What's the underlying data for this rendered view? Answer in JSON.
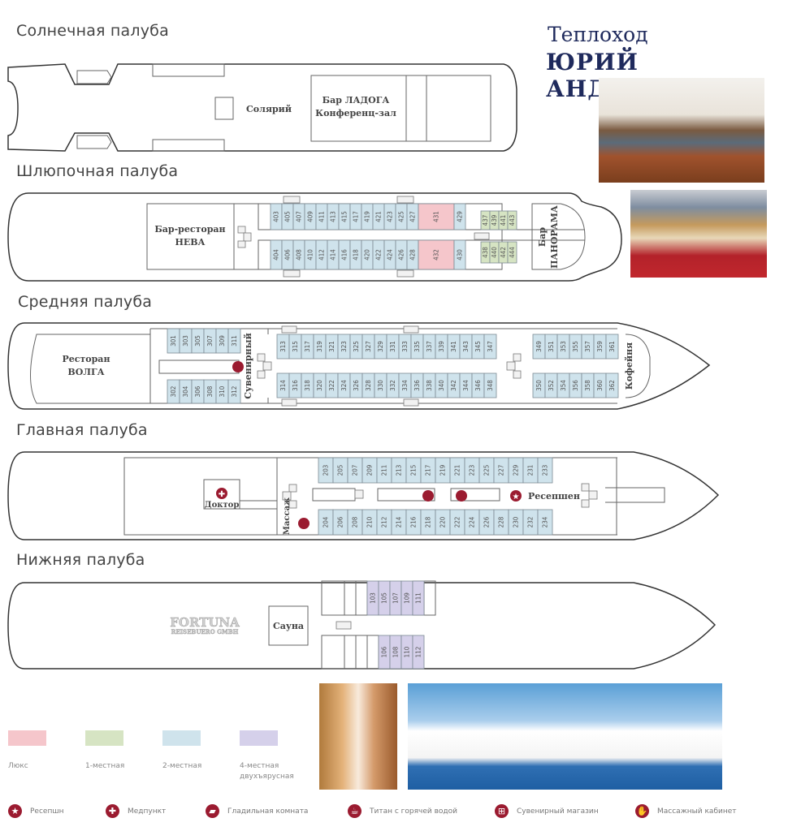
{
  "ship": {
    "title_line1": "Теплоход",
    "title_line2": "ЮРИЙ  АНДРОПОВ"
  },
  "colors": {
    "lux": "#f5c6cb",
    "single": "#d6e4c3",
    "double": "#cfe3ec",
    "quad": "#d5d0ea",
    "icon": "#9b1b30",
    "title": "#1f2a5c"
  },
  "decks": {
    "sun": {
      "title": "Солнечная палуба",
      "labels": {
        "solarium": "Солярий",
        "bar_line1": "Бар  ЛАДОГА",
        "bar_line2": "Конференц-зал"
      }
    },
    "boat": {
      "title": "Шлюпочная палуба",
      "labels": {
        "restaurant_line1": "Бар-ресторан",
        "restaurant_line2": "НЕВА",
        "bar_line1": "Бар",
        "bar_line2": "ПАНОРАМА"
      },
      "top_double": [
        "403",
        "405",
        "407",
        "409",
        "411",
        "413",
        "415",
        "417",
        "419",
        "421",
        "423",
        "425",
        "427"
      ],
      "bottom_double": [
        "404",
        "406",
        "408",
        "410",
        "412",
        "414",
        "416",
        "418",
        "420",
        "422",
        "424",
        "426",
        "428"
      ],
      "lux_top": "431",
      "lux_bottom": "432",
      "after_lux_top": "429",
      "after_lux_bottom": "430",
      "top_single": [
        "437",
        "439",
        "441",
        "443"
      ],
      "bottom_single": [
        "438",
        "440",
        "442",
        "444"
      ]
    },
    "middle": {
      "title": "Средняя палуба",
      "labels": {
        "restaurant_line1": "Ресторан",
        "restaurant_line2": "ВОЛГА",
        "souvenir": "Сувенирный",
        "cafe": "Кофейня"
      },
      "aft_top": [
        "301",
        "303",
        "305",
        "307",
        "309",
        "311"
      ],
      "aft_bottom": [
        "302",
        "304",
        "306",
        "308",
        "310",
        "312"
      ],
      "mid_top": [
        "313",
        "315",
        "317",
        "319",
        "321",
        "323",
        "325",
        "327",
        "329",
        "331",
        "333",
        "335",
        "337",
        "339",
        "341",
        "343",
        "345",
        "347"
      ],
      "mid_bottom": [
        "314",
        "316",
        "318",
        "320",
        "322",
        "324",
        "326",
        "328",
        "330",
        "332",
        "334",
        "336",
        "338",
        "340",
        "342",
        "344",
        "346",
        "348"
      ],
      "fwd_top": [
        "349",
        "351",
        "353",
        "355",
        "357",
        "359",
        "361"
      ],
      "fwd_bottom": [
        "350",
        "352",
        "354",
        "356",
        "358",
        "360",
        "362"
      ]
    },
    "main": {
      "title": "Главная палуба",
      "labels": {
        "doctor": "Доктор",
        "massage": "Массаж",
        "reception": "Ресепшен"
      },
      "top": [
        "203",
        "205",
        "207",
        "209",
        "211",
        "213",
        "215",
        "217",
        "219",
        "221",
        "223",
        "225",
        "227",
        "229",
        "231",
        "233"
      ],
      "bottom": [
        "204",
        "206",
        "208",
        "210",
        "212",
        "214",
        "216",
        "218",
        "220",
        "222",
        "224",
        "226",
        "228",
        "230",
        "232",
        "234"
      ]
    },
    "lower": {
      "title": "Нижняя палуба",
      "labels": {
        "sauna": "Сауна",
        "logo_line1": "FORTUNA",
        "logo_line2": "REISEBUERO GMBH"
      },
      "top": [
        "103",
        "105",
        "107",
        "109",
        "111"
      ],
      "bottom": [
        "106",
        "108",
        "110",
        "112"
      ]
    }
  },
  "legend": [
    {
      "label": "Люкс",
      "color": "#f5c6cb"
    },
    {
      "label": "1-местная",
      "color": "#d6e4c3"
    },
    {
      "label": "2-местная",
      "color": "#cfe3ec"
    },
    {
      "label": "4-местная двухъярусная",
      "color": "#d5d0ea"
    }
  ],
  "amenities": [
    {
      "icon": "star-icon",
      "glyph": "★",
      "label": "Ресепшн"
    },
    {
      "icon": "plus-icon",
      "glyph": "✚",
      "label": "Медпункт"
    },
    {
      "icon": "iron-icon",
      "glyph": "▰",
      "label": "Гладильная комната"
    },
    {
      "icon": "kettle-icon",
      "glyph": "☕",
      "label": "Титан с горячей водой"
    },
    {
      "icon": "gift-icon",
      "glyph": "⊞",
      "label": "Сувенирный магазин"
    },
    {
      "icon": "hand-icon",
      "glyph": "✋",
      "label": "Массажный кабинет"
    }
  ]
}
